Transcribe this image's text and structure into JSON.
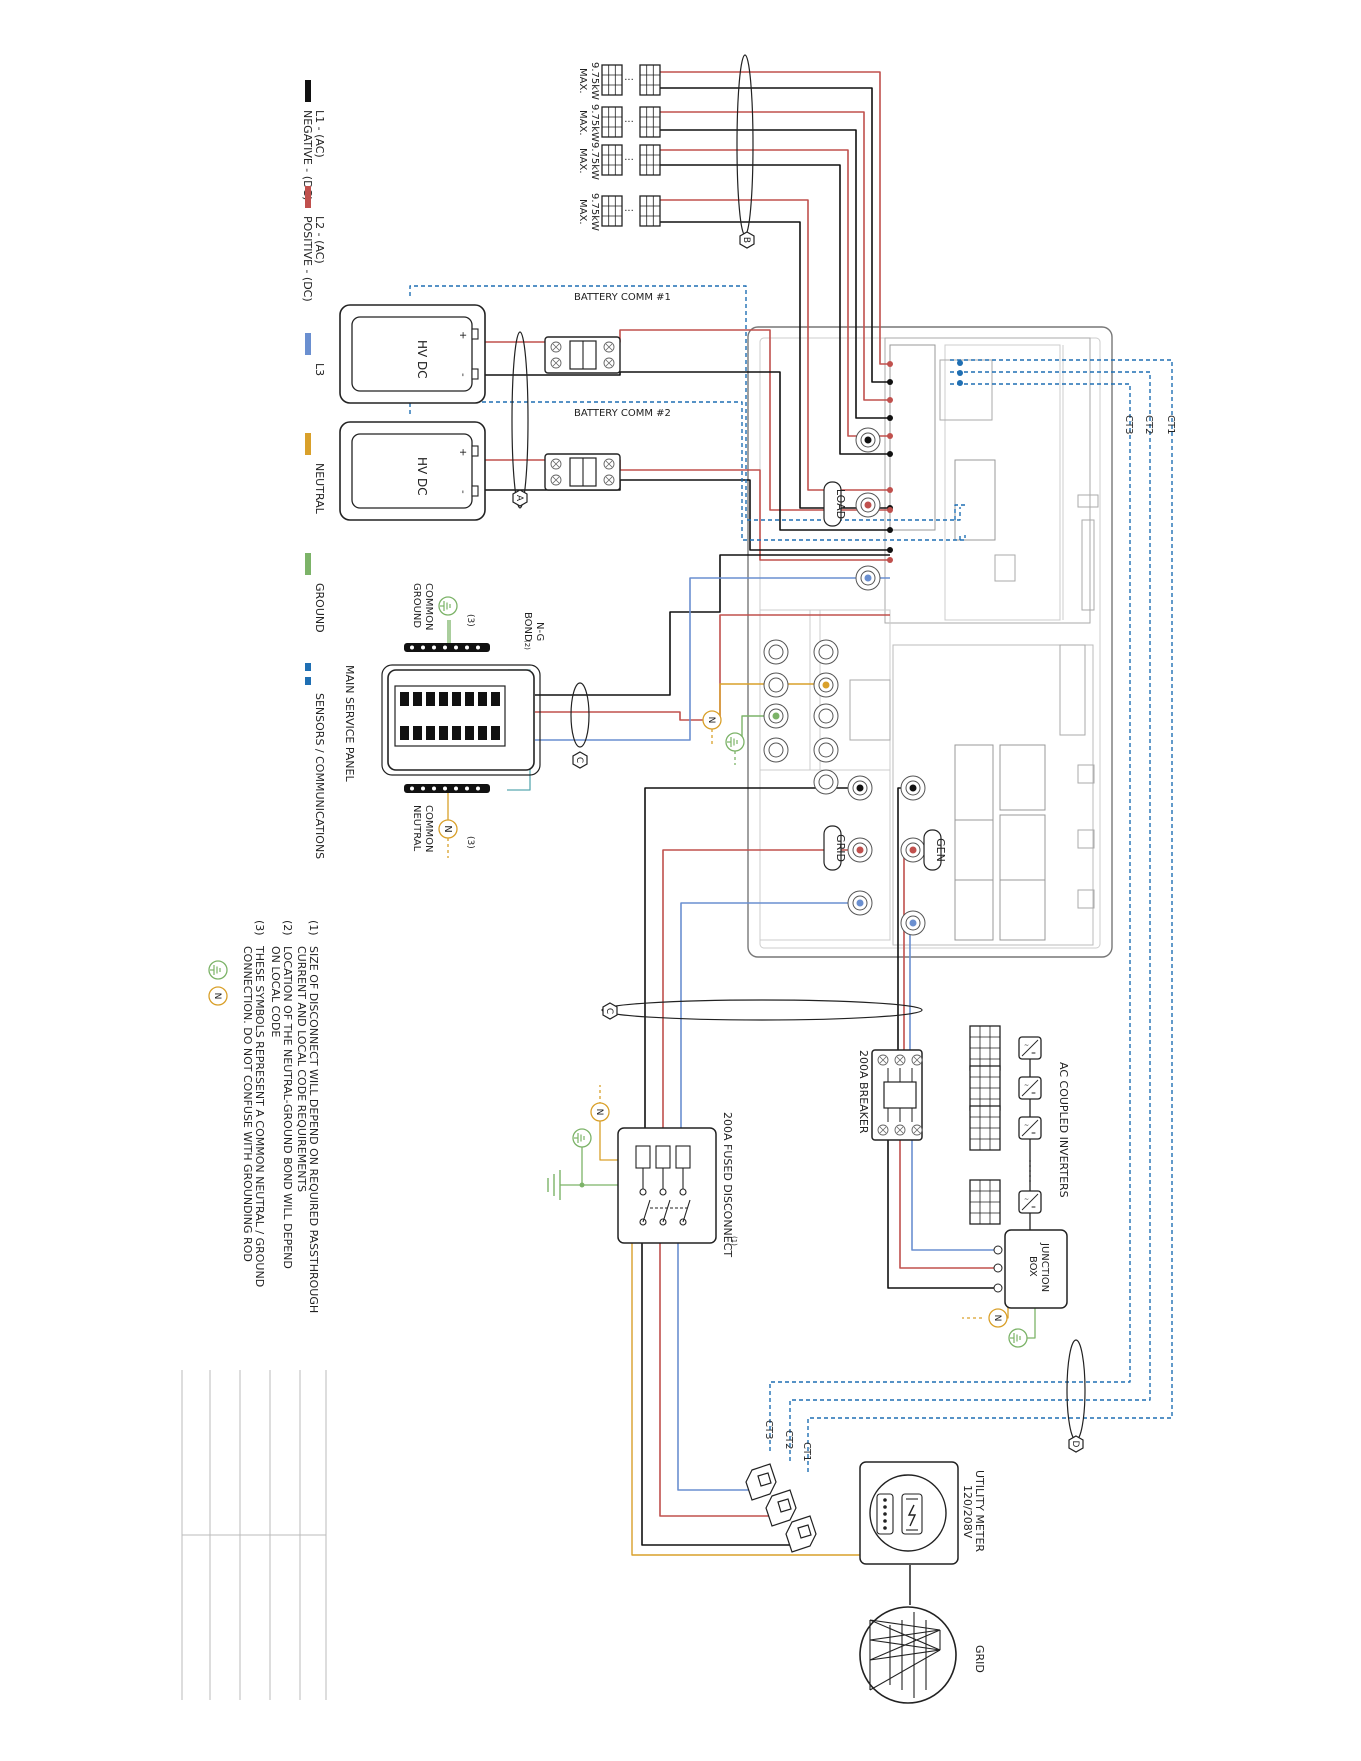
{
  "legend": [
    {
      "label_1": "L1 - (AC)",
      "label_2": "NEGATIVE - (DC)",
      "color": "#111111",
      "dashed": false
    },
    {
      "label_1": "L2 - (AC)",
      "label_2": "POSITIVE - (DC)",
      "color": "#c0504d",
      "dashed": false
    },
    {
      "label_1": "L3",
      "label_2": "",
      "color": "#6a8fd0",
      "dashed": false
    },
    {
      "label_1": "NEUTRAL",
      "label_2": "",
      "color": "#d9a02a",
      "dashed": false
    },
    {
      "label_1": "GROUND",
      "label_2": "",
      "color": "#7cb368",
      "dashed": false
    },
    {
      "label_1": "SENSORS / COMMUNICATIONS",
      "label_2": "",
      "color": "#1f6fb3",
      "dashed": true
    }
  ],
  "pv": {
    "strings": [
      {
        "label_1": "9.75kW",
        "label_2": "MAX."
      },
      {
        "label_1": "9.75kW",
        "label_2": "MAX."
      },
      {
        "label_1": "9.75kW",
        "label_2": "MAX."
      },
      {
        "label_1": "9.75kW",
        "label_2": "MAX."
      }
    ],
    "group_marker": "B"
  },
  "batteries": {
    "units": [
      {
        "label": "HV DC",
        "plus": "+",
        "minus": "-",
        "comm": "BATTERY COMM #1"
      },
      {
        "label": "HV DC",
        "plus": "+",
        "minus": "-",
        "comm": "BATTERY COMM #2"
      }
    ],
    "group_marker": "A"
  },
  "inverter": {
    "load_label": "LOAD",
    "grid_label": "GRID",
    "gen_label": "GEN",
    "ct_labels": [
      "CT1",
      "CT2",
      "CT3"
    ]
  },
  "service_panel": {
    "title": "MAIN SERVICE PANEL",
    "ng_bond_1": "N-G",
    "ng_bond_2": "BOND",
    "ng_bond_sup": "(2)",
    "common_ground_1": "COMMON",
    "common_ground_2": "GROUND",
    "common_neutral_1": "COMMON",
    "common_neutral_2": "NEUTRAL",
    "note_ref": "(3)",
    "group_marker": "C"
  },
  "ac_coupled": {
    "title": "AC COUPLED INVERTERS",
    "junction_box_1": "JUNCTION",
    "junction_box_2": "BOX",
    "breaker_label": "200A BREAKER"
  },
  "disconnect": {
    "label": "200A FUSED DISCONNECT",
    "sup": "(1)",
    "group_marker": "C"
  },
  "meter": {
    "label_1": "UTILITY METER",
    "label_2": "120/208V",
    "ct_labels": [
      "CT1",
      "CT2",
      "CT3"
    ],
    "group_marker": "D"
  },
  "grid": {
    "label": "GRID"
  },
  "symbols": {
    "neutral": "N"
  },
  "notes": [
    {
      "num": "(1)",
      "lines": [
        "SIZE OF DISCONNECT WILL DEPEND ON REQUIRED PASSTHROUGH",
        "CURRENT AND LOCAL CODE REQUIREMENTS"
      ]
    },
    {
      "num": "(2)",
      "lines": [
        "LOCATION OF THE NEUTRAL-GROUND BOND WILL DEPEND",
        "ON LOCAL CODE"
      ]
    },
    {
      "num": "(3)",
      "lines": [
        "THESE SYMBOLS REPRESENT A COMMON NEUTRAL / GROUND",
        "CONNECTION. DO NOT CONFUSE WITH GROUNDING ROD"
      ]
    }
  ]
}
